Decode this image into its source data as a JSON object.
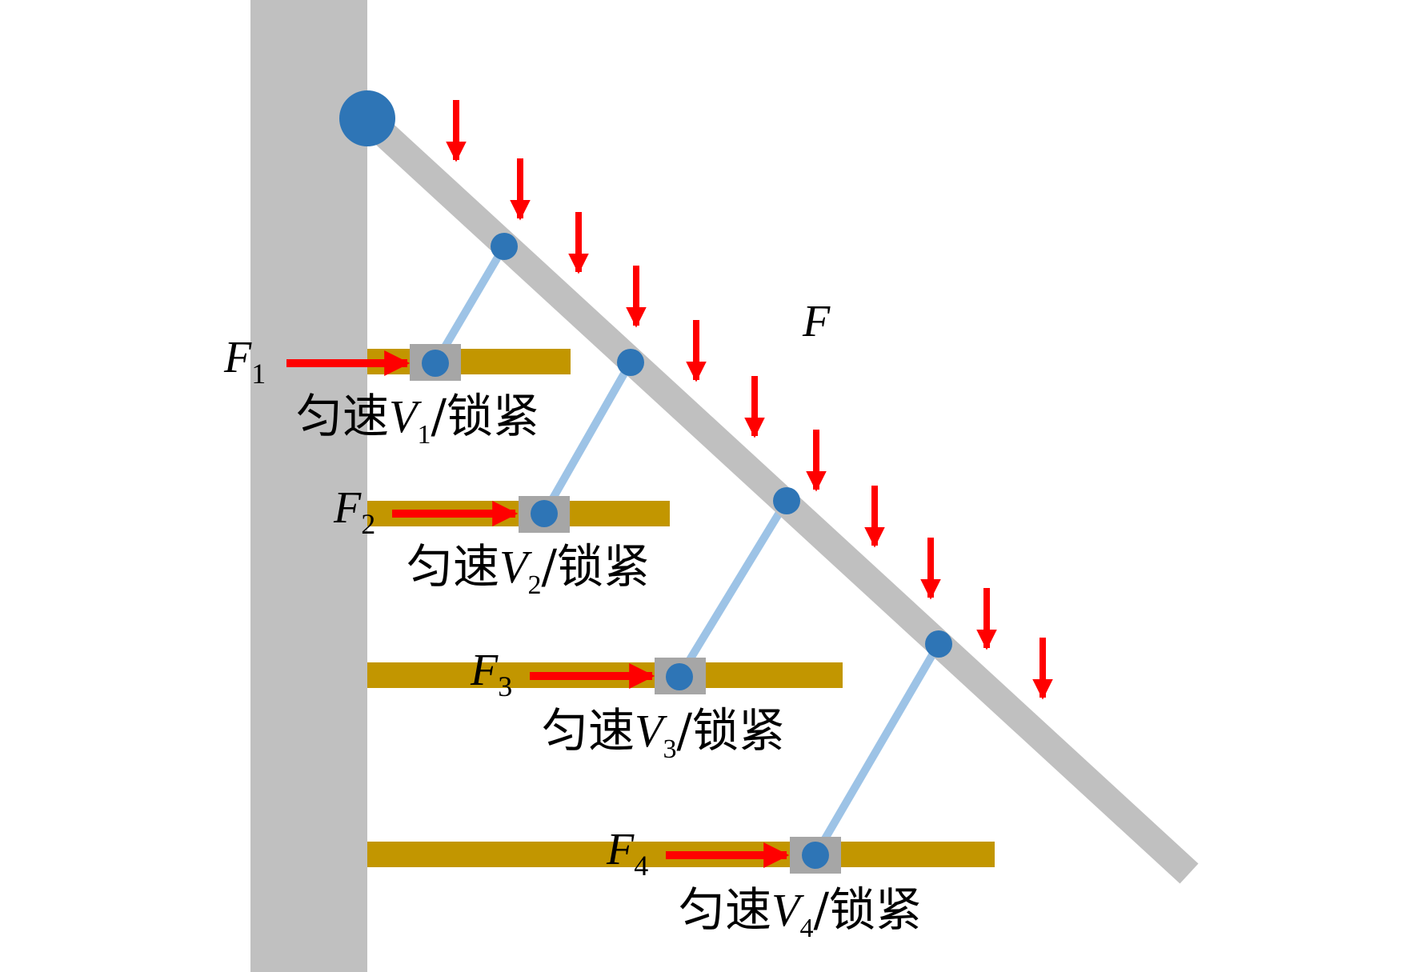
{
  "colors": {
    "wall": "#c0c0c0",
    "boom": "#c0c0c0",
    "rail": "#c29600",
    "slider": "#a6a6a6",
    "joint": "#2e75b6",
    "link": "#9dc3e6",
    "arrow": "#ff0000"
  },
  "load_label": "F",
  "stages": [
    {
      "force_symbol": "F",
      "force_index": "1",
      "text_prefix": "匀速",
      "velocity_symbol": "V",
      "velocity_index": "1",
      "text_suffix": "/锁紧"
    },
    {
      "force_symbol": "F",
      "force_index": "2",
      "text_prefix": "匀速",
      "velocity_symbol": "V",
      "velocity_index": "2",
      "text_suffix": "/锁紧"
    },
    {
      "force_symbol": "F",
      "force_index": "3",
      "text_prefix": "匀速",
      "velocity_symbol": "V",
      "velocity_index": "3",
      "text_suffix": "/锁紧"
    },
    {
      "force_symbol": "F",
      "force_index": "4",
      "text_prefix": "匀速",
      "velocity_symbol": "V",
      "velocity_index": "4",
      "text_suffix": "/锁紧"
    }
  ]
}
